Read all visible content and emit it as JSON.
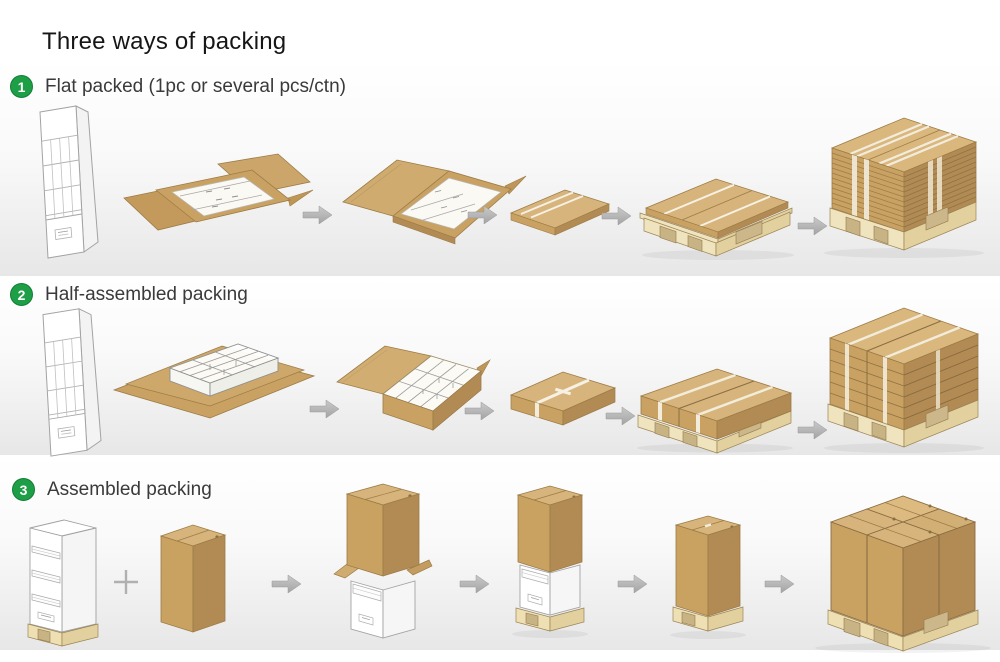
{
  "page": {
    "title": "Three ways of packing"
  },
  "methods": [
    {
      "number": "1",
      "label": "Flat packed (1pc or several pcs/ctn)",
      "steps": [
        "display-stand-wireframe",
        "flat-spread-carton",
        "carton-lid-open",
        "flat-pack",
        "flat-pack-on-pallet",
        "stacked-flat-packs-on-pallet"
      ]
    },
    {
      "number": "2",
      "label": "Half-assembled packing",
      "steps": [
        "display-stand-wireframe",
        "flat-sheets-with-divider-tray",
        "open-carton-with-dividers",
        "sealed-carton",
        "two-cartons-on-pallet",
        "stacked-cartons-on-pallet"
      ]
    },
    {
      "number": "3",
      "label": "Assembled packing",
      "steps": [
        "assembled-display-on-pallet",
        "plus",
        "tall-carton",
        "carton-lowered-over-display",
        "carton-over-display-on-pallet",
        "boxed-display-on-pallet",
        "four-boxed-displays-on-pallet"
      ]
    }
  ],
  "icons": {
    "arrow": "right-block-arrow",
    "plus": "+"
  },
  "colors": {
    "badge_green": "#1E9E46",
    "cardboard_top": "#D7B47B",
    "cardboard_front": "#C9A263",
    "cardboard_side": "#B28B54",
    "tape_white": "#F2ECDA",
    "pallet_wood": "#F0E4BF",
    "pallet_side": "#E2D09F",
    "arrow_gray": "#B4B4B4",
    "band_gray": "#E7E7E7",
    "wireframe_gray": "#A3A3A3"
  }
}
